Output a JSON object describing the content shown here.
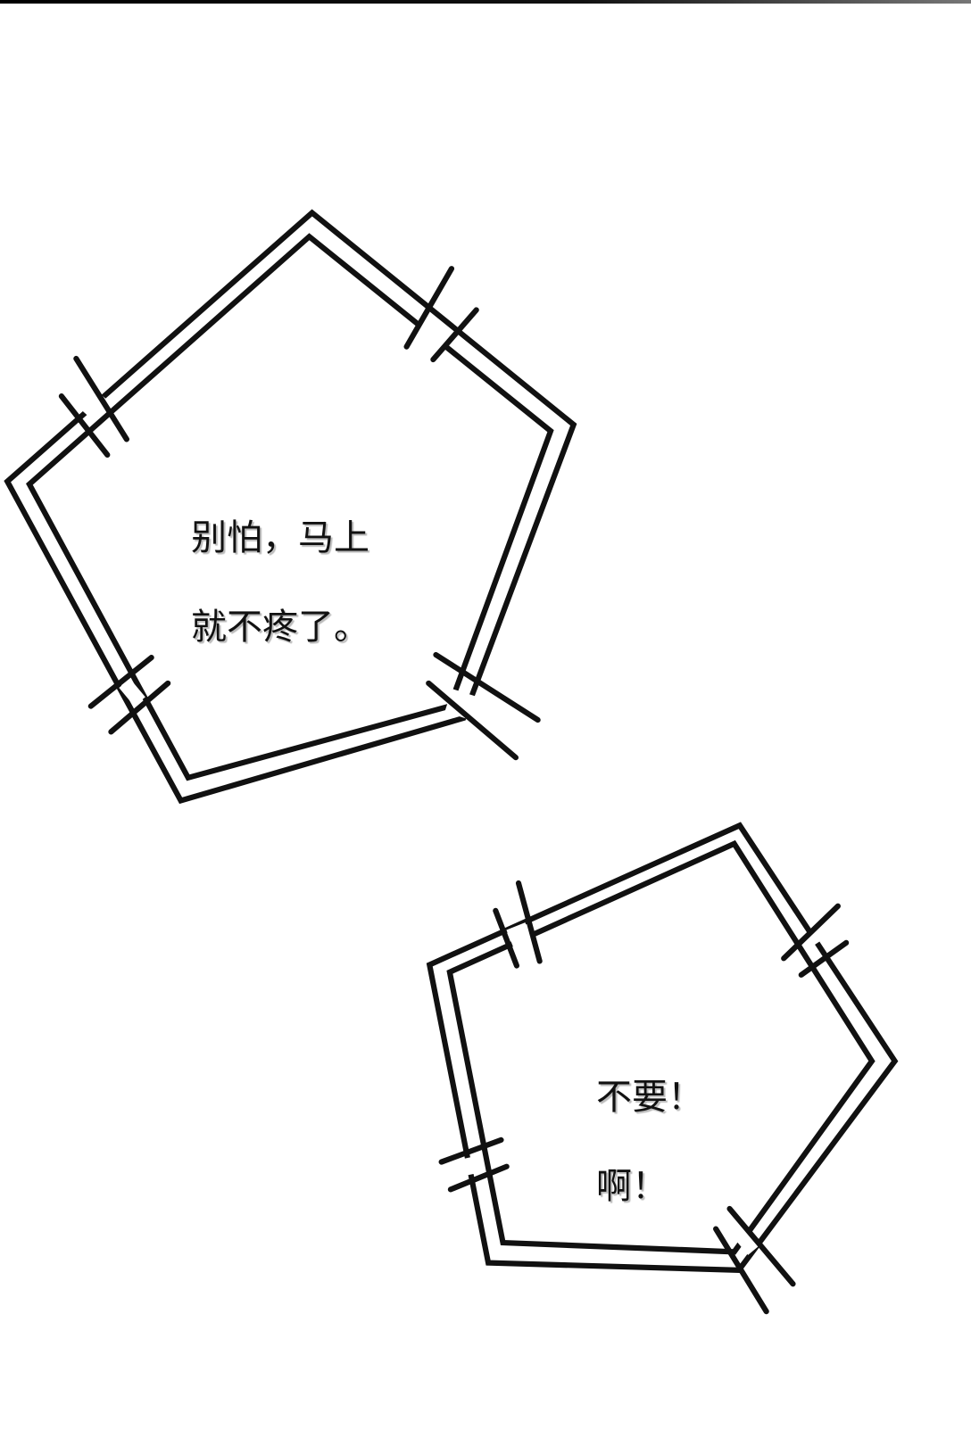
{
  "panel": {
    "bubbles": [
      {
        "lines": [
          "别怕，马上",
          "就不疼了。"
        ]
      },
      {
        "lines": [
          "不要！",
          "啊！"
        ]
      }
    ],
    "colors": {
      "ink": "#111111",
      "background": "#ffffff"
    }
  }
}
